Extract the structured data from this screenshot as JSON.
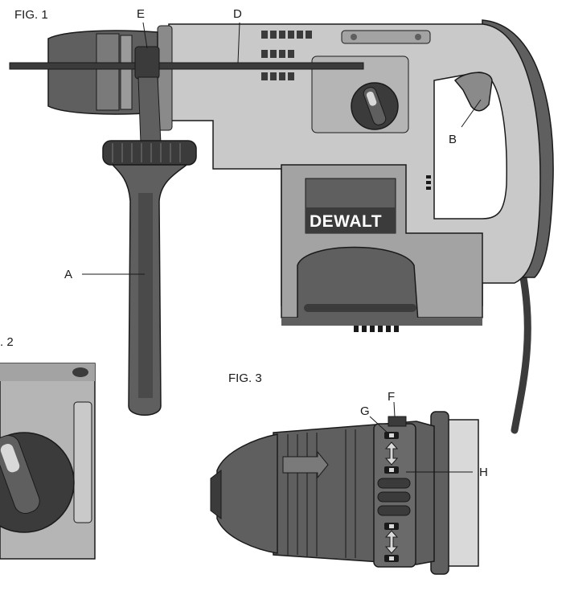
{
  "figures": {
    "fig1_title": "FIG. 1",
    "fig2_title": ". 2",
    "fig3_title": "FIG. 3"
  },
  "callouts": {
    "a": "A",
    "b": "B",
    "d": "D",
    "e": "E",
    "f": "F",
    "g": "G",
    "h": "H"
  },
  "brand": {
    "name": "DEWALT"
  },
  "colors": {
    "body_light": "#c9c9c9",
    "body_mid": "#a3a3a3",
    "body_dark": "#5f5f5f",
    "grip_black": "#3b3b3b",
    "outline": "#1a1a1a"
  }
}
